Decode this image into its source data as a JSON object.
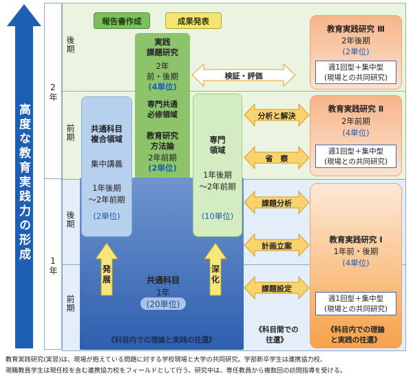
{
  "left_axis": {
    "label": "高度な教育実践力の形成"
  },
  "years": {
    "year2": "2年",
    "year1": "1年"
  },
  "terms": {
    "t1": "後期",
    "t2": "前期",
    "t3": "後期",
    "t4": "前期"
  },
  "top_buttons": {
    "report": "報告書作成",
    "presentation": "成果発表"
  },
  "practice_box": {
    "title": "実践\n課題研究",
    "sub1": "2年",
    "sub2": "前・後期",
    "credits": "(4単位)"
  },
  "mandatory": {
    "label": "専門共通\n必修領域"
  },
  "methodology": {
    "title": "教育研究\n方法論",
    "sub": "2年前期",
    "credits": "(2単位)"
  },
  "common_area": {
    "title": "共通科目\n複合領域",
    "mode": "集中講義",
    "period": "1年後期\n〜2年前期",
    "credits": "(2単位)"
  },
  "specialized": {
    "title": "専門\n領域",
    "period": "1年後期\n〜2年前期",
    "credits": "(10単位)"
  },
  "arrows": {
    "eval": "検証・評価",
    "analysis": "分析と解決",
    "reflection": "省　察",
    "problem_analysis": "課題分析",
    "planning": "計画立案",
    "problem_setting": "課題設定"
  },
  "up_arrows": {
    "develop": "発\n展",
    "deepen": "深\n化"
  },
  "common_subject": {
    "title": "共通科目",
    "year": "1年",
    "credits": "(20単位)"
  },
  "research3": {
    "title": "教育実践研究 Ⅲ",
    "period": "2年後期",
    "credits": "(2単位)",
    "note": "週1回型＋集中型\n(現場との共同研究)"
  },
  "research2": {
    "title": "教育実践研究 Ⅱ",
    "period": "2年前期",
    "credits": "(4単位)",
    "note": "週1回型＋集中型\n(現場との共同研究)"
  },
  "research1": {
    "title": "教育実践研究 Ⅰ",
    "period": "1年前・後期",
    "credits": "(4単位)",
    "note": "週1回型＋集中型\n(現場との共同研究)"
  },
  "bottom_labels": {
    "within": "《科目内での理論と実践の往還》",
    "between": "《科目間での\n往還》",
    "within_right": "《科目内での理論\nと実践の往還》"
  },
  "footnote": {
    "line1": "教育実践研究(実習)は、現場が抱えている問題に対する学校現場と大学の共同研究。学部新卒学生は連携協力校、",
    "line2": "現職教員学生は現任校を含む連携協力校をフィールドとして行う。研究中は、専任教員から複数回の訪問指導を受ける。"
  },
  "colors": {
    "axis_blue": "#1f5fb3",
    "row_green": "#e9f3df",
    "row_blue": "#e3eef8",
    "green_box": "#8cc36b",
    "blue_box": "#a9c7ea",
    "orange": "#f6a24a",
    "arrow_yellow": "#f7e77a"
  }
}
